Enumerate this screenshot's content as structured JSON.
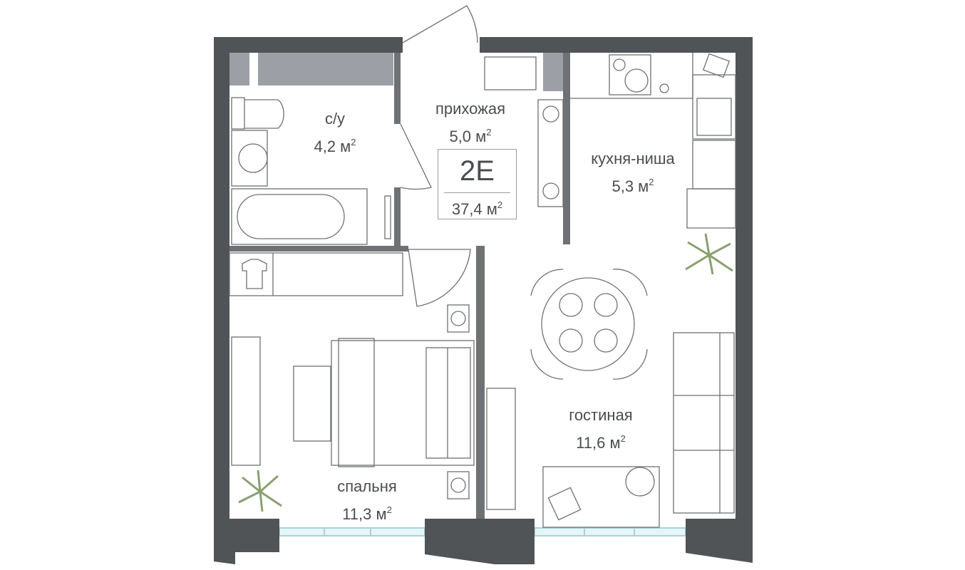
{
  "apartment": {
    "code": "2E",
    "total_area": "37,4 м",
    "area_unit_sup": "2"
  },
  "rooms": [
    {
      "name": "с/у",
      "area": "4,2 м",
      "sup": "2"
    },
    {
      "name": "прихожая",
      "area": "5,0 м",
      "sup": "2"
    },
    {
      "name": "кухня-ниша",
      "area": "5,3 м",
      "sup": "2"
    },
    {
      "name": "гостиная",
      "area": "11,6 м",
      "sup": "2"
    },
    {
      "name": "спальня",
      "area": "11,3 м",
      "sup": "2"
    }
  ],
  "colors": {
    "wall": "#505456",
    "partition": "#6e7275",
    "glass": "#e6f5f6",
    "glass_frame": "#a9d3d7",
    "plant": "#a3b88a",
    "niche": "#9c9fa5"
  }
}
